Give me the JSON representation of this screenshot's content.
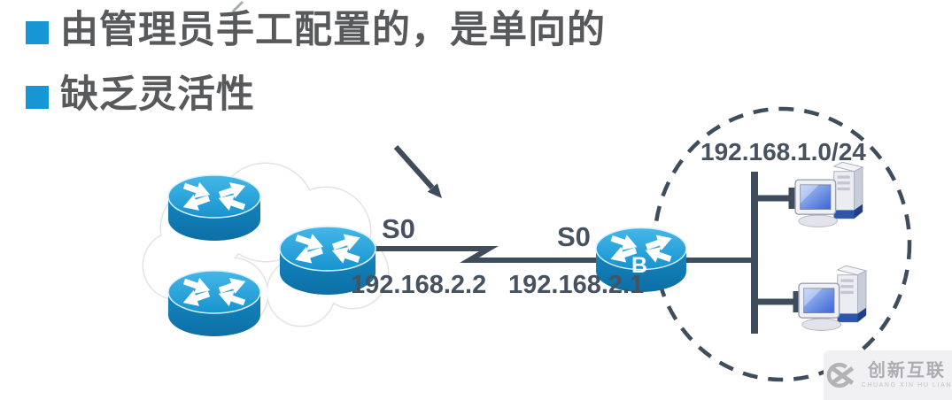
{
  "slide": {
    "bullets": [
      {
        "label": "由管理员手工配置的，是单向的"
      },
      {
        "label": "缺乏灵活性"
      }
    ],
    "bullet_color": "#1697D4",
    "heading_color": "#58595B"
  },
  "diagram": {
    "icons": {
      "cloud": "network-cloud",
      "router": "cisco-router-icon",
      "host": "desktop-computer-icon",
      "pointer": "down-right-arrow-icon",
      "pen_mark": "red-pen-mark-icon"
    },
    "cloud_router_count": 3,
    "serial_link": {
      "left_interface": "S0",
      "left_ip": "192.168.2.2",
      "right_interface": "S0",
      "right_ip": "192.168.2.1"
    },
    "router_b_label": "B",
    "lan": {
      "network_label": "192.168.1.0/24",
      "host_count": 2
    },
    "colors": {
      "router_blue_top": "#2AA6DF",
      "router_blue_side": "#1179AF",
      "line_dark": "#3E4C5C",
      "cloud_outline": "#E3E3E3"
    }
  },
  "watermark": {
    "logo_icon": "cx-logo",
    "brand": "创新互联",
    "brand_sub": "CHUANG XIN HU LIAN"
  }
}
